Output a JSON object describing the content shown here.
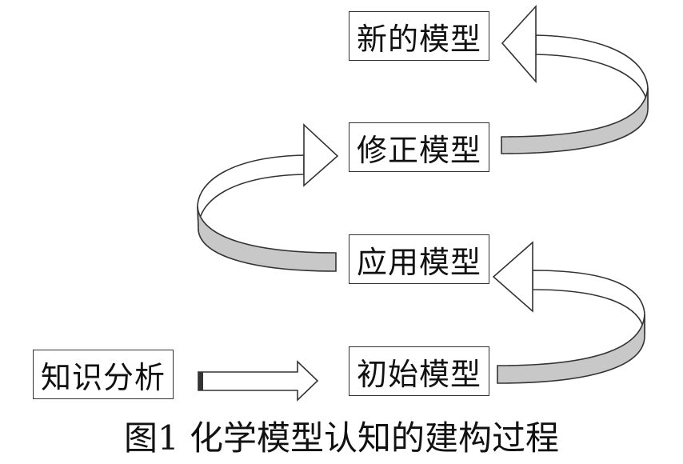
{
  "diagram": {
    "boxes": {
      "new_model": "新的模型",
      "revise_model": "修正模型",
      "apply_model": "应用模型",
      "initial_model": "初始模型",
      "knowledge_analysis": "知识分析"
    },
    "caption": "图1 化学模型认知的建构过程",
    "colors": {
      "ribbon_shade": "#c8c8c8",
      "outline": "#333333"
    }
  }
}
